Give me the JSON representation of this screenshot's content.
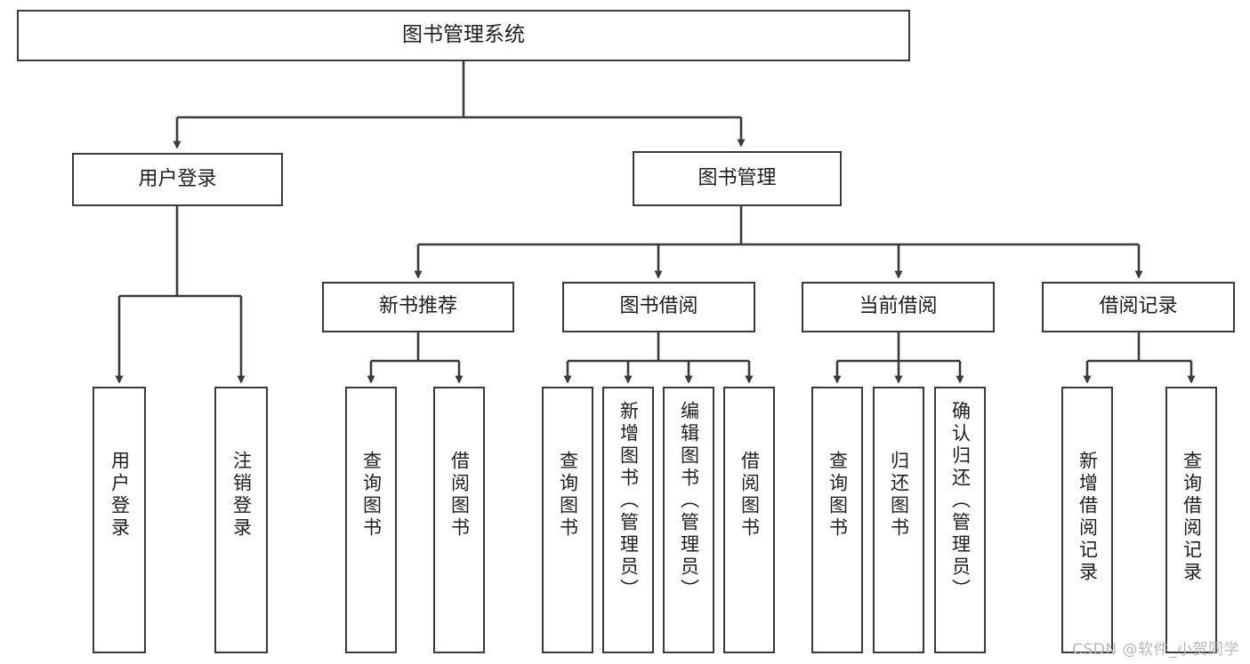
{
  "diagram": {
    "type": "tree",
    "title": "图书管理系统",
    "watermark": "CSDN @软件_小贺同学",
    "colors": {
      "stroke": "#3a3a3a",
      "fill": "#ffffff",
      "text": "#1f1f1f",
      "watermark": "#b9b9b9"
    },
    "root": {
      "label": "图书管理系统"
    },
    "level1": [
      {
        "label": "用户登录"
      },
      {
        "label": "图书管理"
      }
    ],
    "level2": [
      {
        "label": "新书推荐"
      },
      {
        "label": "图书借阅"
      },
      {
        "label": "当前借阅"
      },
      {
        "label": "借阅记录"
      }
    ],
    "leaves": {
      "user_login": [
        {
          "label": "用户登录"
        },
        {
          "label": "注销登录"
        }
      ],
      "new_book_rec": [
        {
          "label": "查询图书"
        },
        {
          "label": "借阅图书"
        }
      ],
      "book_borrow": [
        {
          "label": "查询图书"
        },
        {
          "label": "新增图书（管理员）"
        },
        {
          "label": "编辑图书（管理员）"
        },
        {
          "label": "借阅图书"
        }
      ],
      "current_borrow": [
        {
          "label": "查询图书"
        },
        {
          "label": "归还图书"
        },
        {
          "label": "确认归还（管理员）"
        }
      ],
      "borrow_record": [
        {
          "label": "新增借阅记录"
        },
        {
          "label": "查询借阅记录"
        }
      ]
    }
  }
}
